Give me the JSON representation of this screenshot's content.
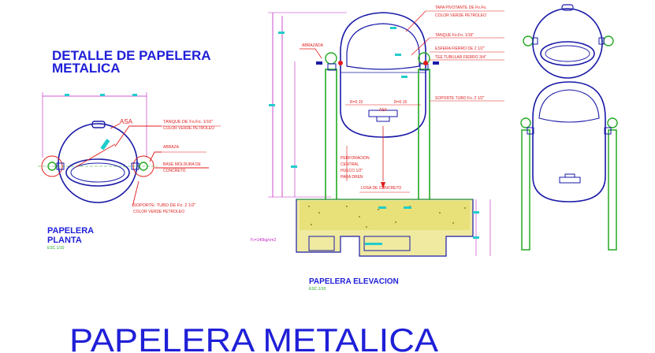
{
  "drawing": {
    "detail_title_line1": "DETALLE DE PAPELERA",
    "detail_title_line2": "METALICA",
    "main_title": "PAPELERA METALICA",
    "plan_view": {
      "title_line1": "PAPELERA",
      "title_line2": "PLANTA",
      "scale": "ESC 1/10",
      "labels": {
        "asa": "ASA",
        "tanque": "TANQUE DE Fo.Fo. 1/16\"",
        "tanque_color": "COLOR VERDE PETROLEO",
        "abrazadera": "ABRAZA",
        "base": "BASE MOLDURA DE",
        "base2": "CONCRETO",
        "soporte": "SOPORTE: TUBO DE Fo. 2 1/2\"",
        "soporte_color": "COLOR VERDE PETROLEO"
      }
    },
    "elevation_view": {
      "title": "PAPELERA ELEVACION",
      "scale": "ESC 1/10",
      "labels": {
        "tapa": "TAPA PIVOTANTE DE Fo.Fo.",
        "tapa_color": "COLOR VERDE PETROLEO",
        "abrazadera": "ABRAZADA",
        "tanque": "TANQUE Fo.Fo. 1/16\"",
        "esfera": "ESFERA FIERRO DE 2 1/2\"",
        "tee": "TEE TUBULAR FIERRO 3/4\"",
        "soporte": "SOPORTE TUBO Fo. 2 1/2\"",
        "r_left": "R=0.15",
        "r_right": "R=0.15",
        "asa": "ASA",
        "perforacion": "PERFORACION",
        "perforacion2": "CENTRAL",
        "perforacion3": "HUECO 1/2\"",
        "perforacion4": "PARA DREN",
        "losa": "LOSA DE CONCRETO",
        "note": "f'c=140kg/cm2"
      }
    },
    "colors": {
      "outline": "#1a1aa8",
      "pipe": "#22aa22",
      "leader": "#e11c1c",
      "dimension": "#c222c2",
      "label_blue": "#1f1fd8",
      "concrete": "#d6d24a",
      "cyan": "#22cccc"
    }
  }
}
